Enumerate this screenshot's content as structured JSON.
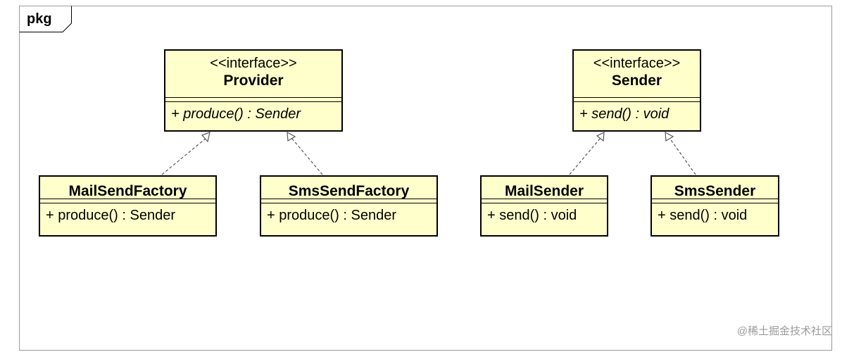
{
  "package": {
    "label": "pkg"
  },
  "classes": {
    "provider": {
      "stereotype": "<<interface>>",
      "name": "Provider",
      "operation": "+ produce() : Sender"
    },
    "sender": {
      "stereotype": "<<interface>>",
      "name": "Sender",
      "operation": "+ send() : void"
    },
    "mail_send_factory": {
      "name": "MailSendFactory",
      "operation": "+ produce() : Sender"
    },
    "sms_send_factory": {
      "name": "SmsSendFactory",
      "operation": "+ produce() : Sender"
    },
    "mail_sender": {
      "name": "MailSender",
      "operation": "+ send() : void"
    },
    "sms_sender": {
      "name": "SmsSender",
      "operation": "+ send() : void"
    }
  },
  "relations": [
    {
      "type": "realization",
      "from": "MailSendFactory",
      "to": "Provider"
    },
    {
      "type": "realization",
      "from": "SmsSendFactory",
      "to": "Provider"
    },
    {
      "type": "realization",
      "from": "MailSender",
      "to": "Sender"
    },
    {
      "type": "realization",
      "from": "SmsSender",
      "to": "Sender"
    }
  ],
  "watermark": "@稀土掘金技术社区",
  "colors": {
    "class_fill": "#ffffcc",
    "border": "#000000",
    "frame": "#9a9a9a"
  }
}
